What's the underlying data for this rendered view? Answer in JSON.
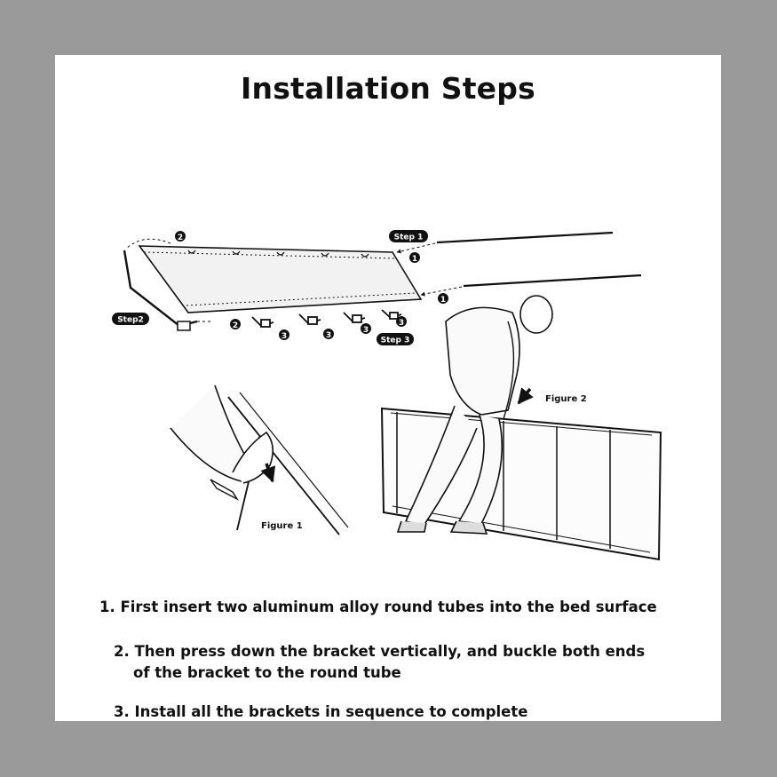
{
  "title": "Installation Steps",
  "labels": {
    "step1": "Step 1",
    "step2": "Step2",
    "step3": "Step 3",
    "figure1": "Figure 1",
    "figure2": "Figure 2"
  },
  "callouts": {
    "one": "1",
    "two": "2",
    "three": "3"
  },
  "steps": [
    {
      "line1": "1. First insert two aluminum alloy round tubes into the bed surface"
    },
    {
      "line1": "2. Then press down the bracket vertically, and buckle both ends",
      "line2": "of the bracket to the round tube"
    },
    {
      "line1": "3. Install all the brackets in sequence to complete"
    }
  ],
  "colors": {
    "background": "#9a9a9a",
    "paper": "#ffffff",
    "ink": "#111111"
  }
}
